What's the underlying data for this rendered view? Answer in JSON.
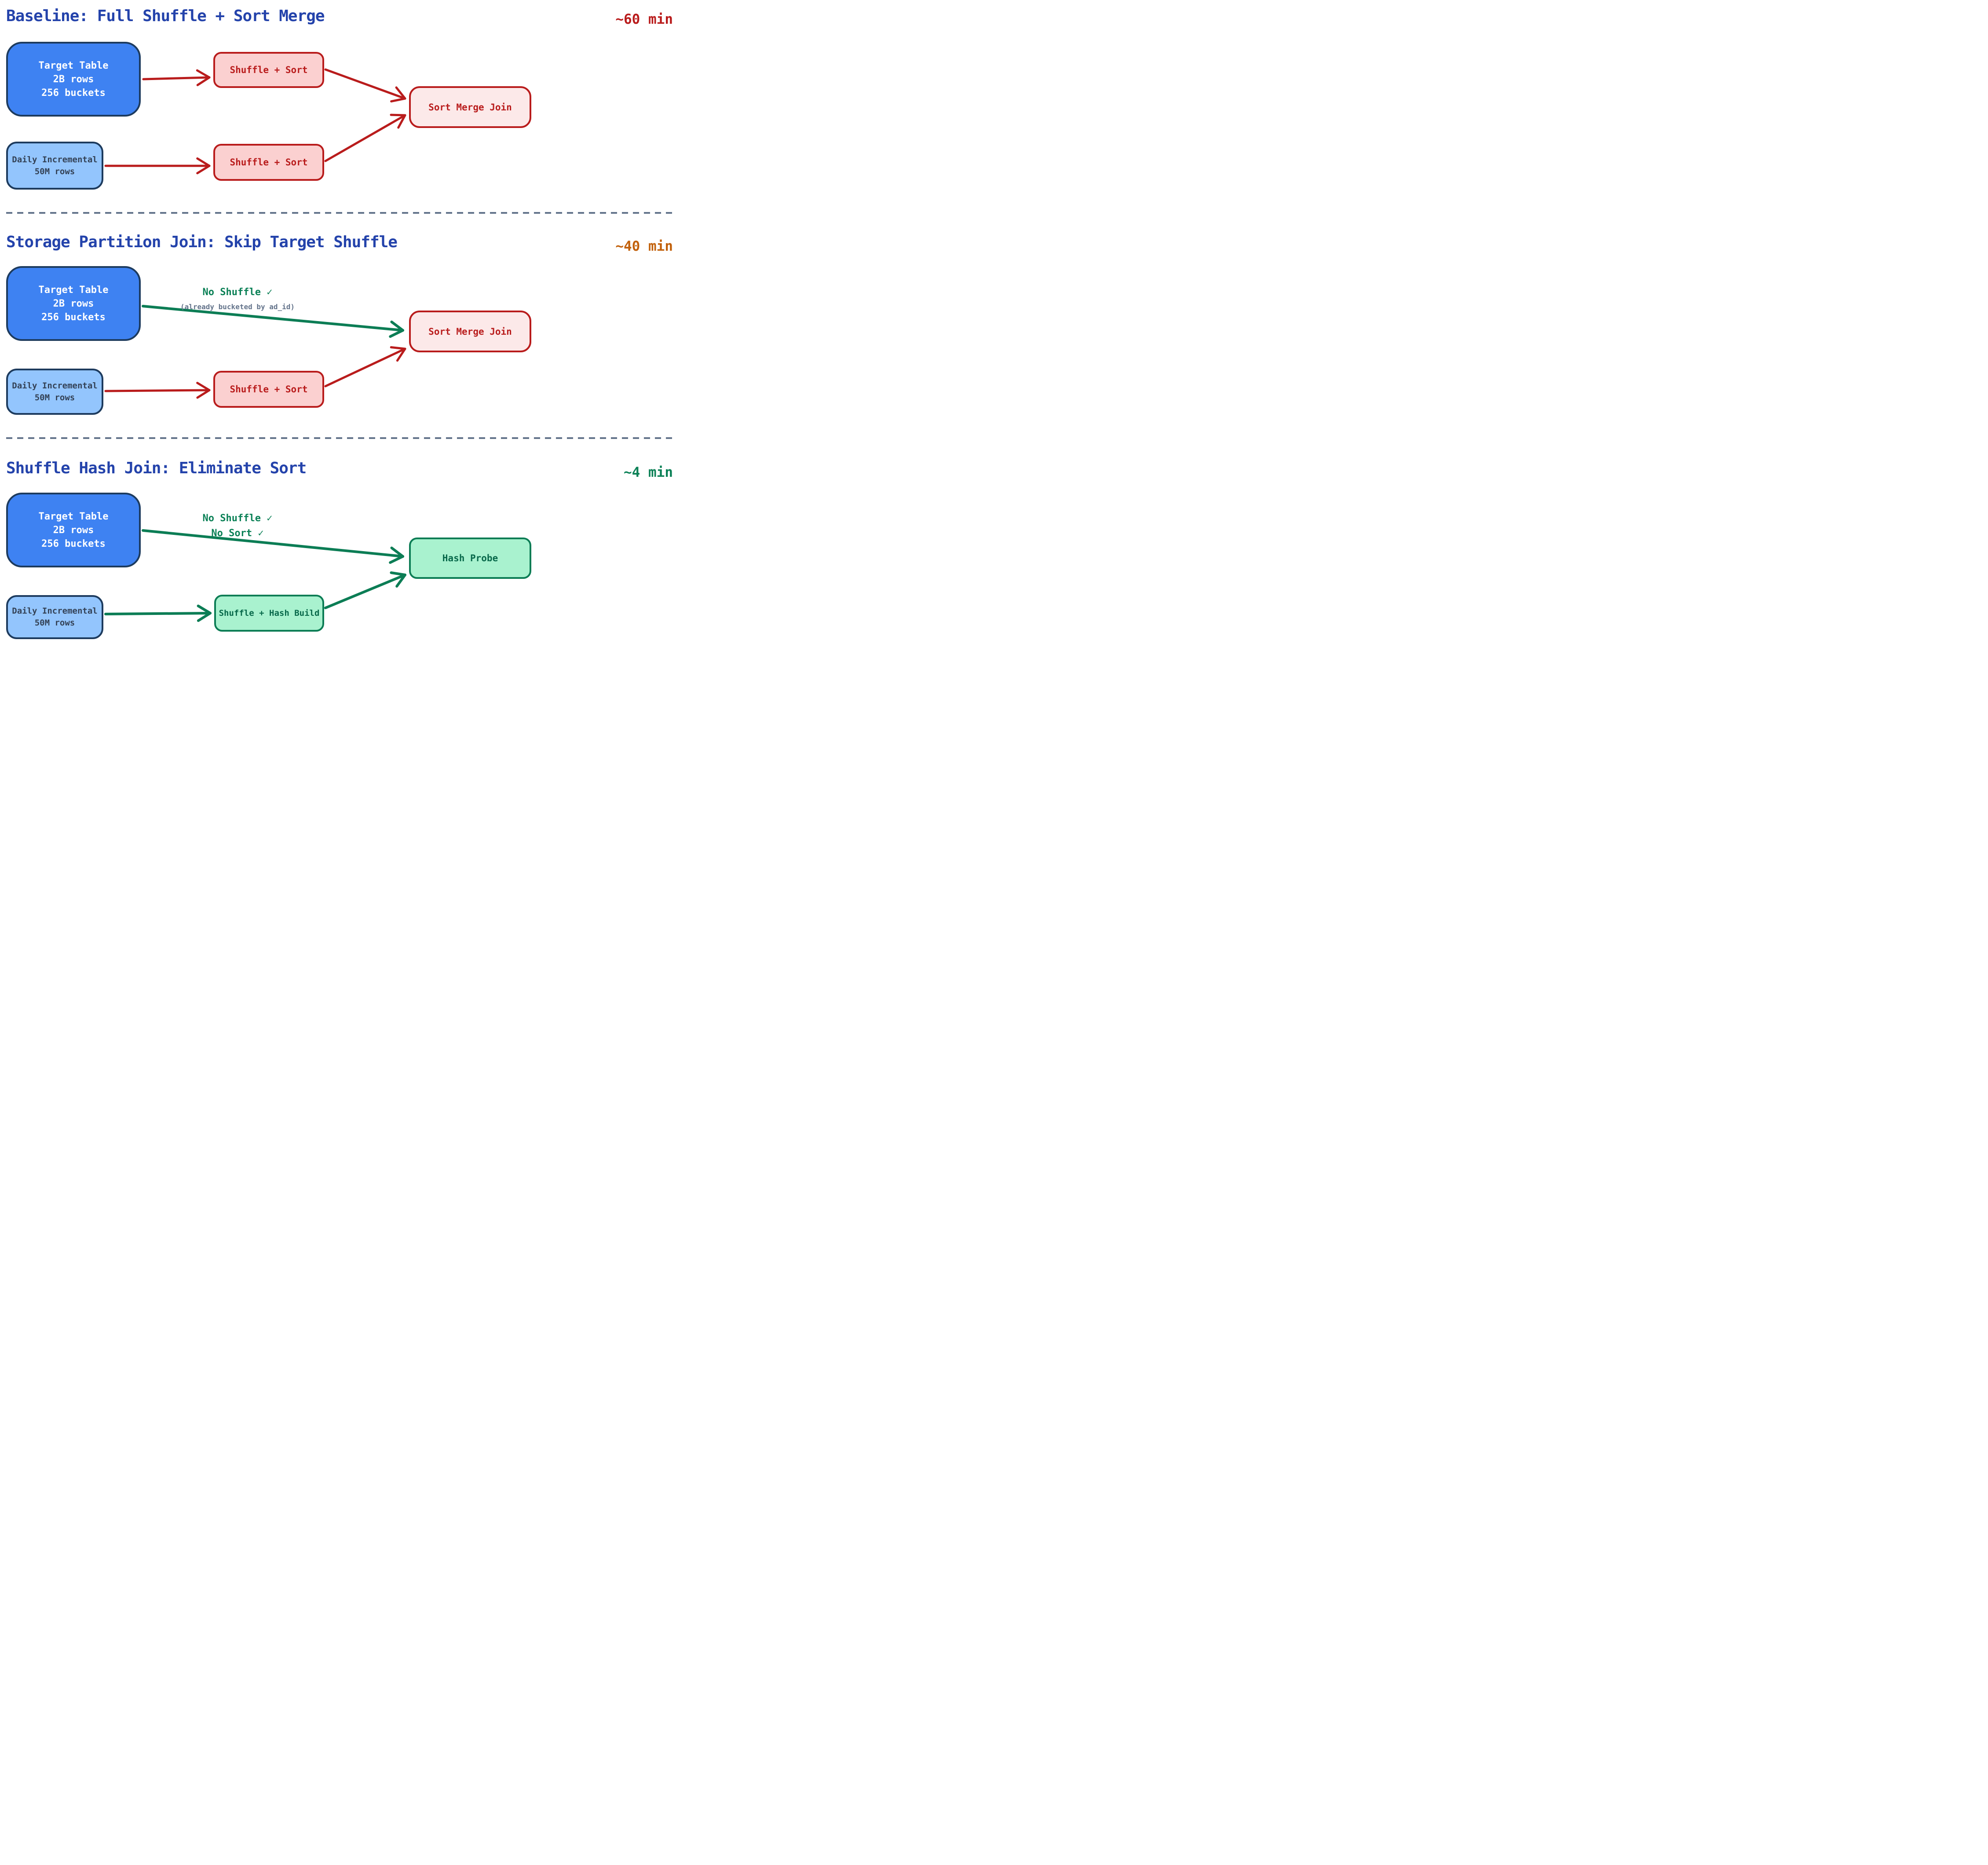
{
  "sections": [
    {
      "title": "Baseline: Full Shuffle + Sort Merge",
      "time": "~60 min",
      "time_color": "#b91c1c",
      "nodes": {
        "target": {
          "lines": [
            "Target Table",
            "2B rows",
            "256 buckets"
          ]
        },
        "shuffle_top": {
          "label": "Shuffle + Sort"
        },
        "shuffle_bottom": {
          "label": "Shuffle + Sort"
        },
        "join": {
          "label": "Sort Merge Join"
        },
        "daily": {
          "lines": [
            "Daily Incremental",
            "50M rows"
          ]
        }
      }
    },
    {
      "title": "Storage Partition Join: Skip Target Shuffle",
      "time": "~40 min",
      "time_color": "#c2610c",
      "annotations": {
        "no_shuffle": "No Shuffle ✓",
        "bucketed": "(already bucketed by ad_id)"
      },
      "nodes": {
        "target": {
          "lines": [
            "Target Table",
            "2B rows",
            "256 buckets"
          ]
        },
        "shuffle_bottom": {
          "label": "Shuffle + Sort"
        },
        "join": {
          "label": "Sort Merge Join"
        },
        "daily": {
          "lines": [
            "Daily Incremental",
            "50M rows"
          ]
        }
      }
    },
    {
      "title": "Shuffle Hash Join: Eliminate Sort",
      "time": "~4 min",
      "time_color": "#0c8157",
      "annotations": {
        "no_shuffle": "No Shuffle ✓",
        "no_sort": "No Sort ✓"
      },
      "nodes": {
        "target": {
          "lines": [
            "Target Table",
            "2B rows",
            "256 buckets"
          ]
        },
        "hash_build": {
          "label": "Shuffle + Hash Build"
        },
        "hash_probe": {
          "label": "Hash Probe"
        },
        "daily": {
          "lines": [
            "Daily Incremental",
            "50M rows"
          ]
        }
      }
    }
  ],
  "colors": {
    "title_blue": "#2443ab",
    "arrow_red": "#b91c1c",
    "arrow_green": "#0c7d55",
    "time_orange": "#c2610c",
    "divider_gray": "#64748b",
    "target_fill": "#3e82f2",
    "target_border": "#1d3b5e",
    "daily_fill": "#93c5fd",
    "shuffle_fill": "#fbd0d0",
    "join_fill": "#fce9e9",
    "mint_fill": "#a9f2cf"
  }
}
